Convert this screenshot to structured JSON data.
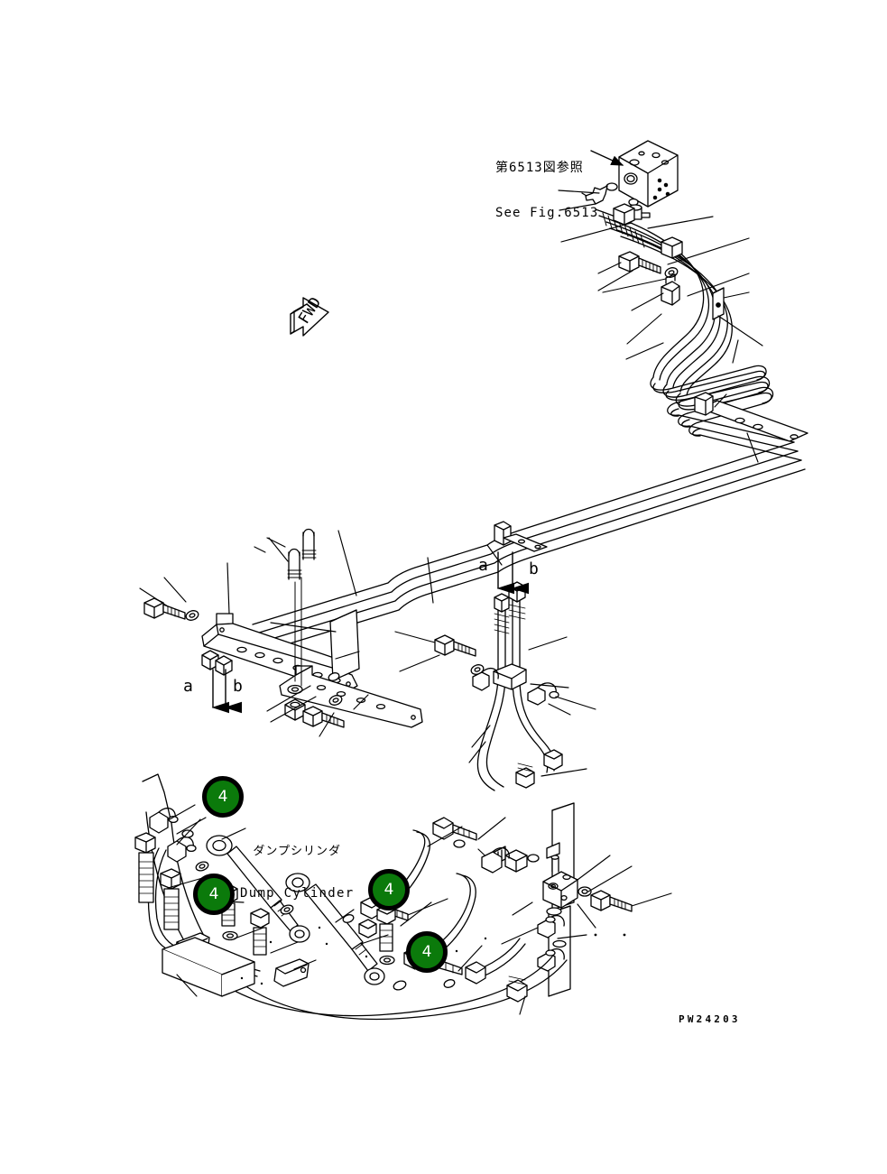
{
  "document": {
    "drawing_number": "PW24203",
    "title_jp": "ダンプシリンダ",
    "title_en": "Dump Cylinder"
  },
  "annotations": {
    "figure_reference": {
      "jp": "第6513図参照",
      "en": "See Fig.6513"
    },
    "orientation_marker": "FWD",
    "component_label": {
      "jp": "ダンプシリンダ",
      "en": "Dump Cylinder"
    },
    "section_markers": [
      {
        "id": "upper-a",
        "label": "a"
      },
      {
        "id": "upper-b",
        "label": "b"
      },
      {
        "id": "lower-a",
        "label": "a"
      },
      {
        "id": "lower-b",
        "label": "b"
      }
    ]
  },
  "callouts": [
    {
      "id": "callout-1",
      "number": "4"
    },
    {
      "id": "callout-2",
      "number": "4"
    },
    {
      "id": "callout-3",
      "number": "4"
    },
    {
      "id": "callout-4",
      "number": "4"
    }
  ],
  "colors": {
    "callout_fill": "#0b7a0b",
    "callout_ring": "#000000",
    "callout_text": "#ffffff",
    "line": "#000000",
    "background": "#ffffff"
  }
}
